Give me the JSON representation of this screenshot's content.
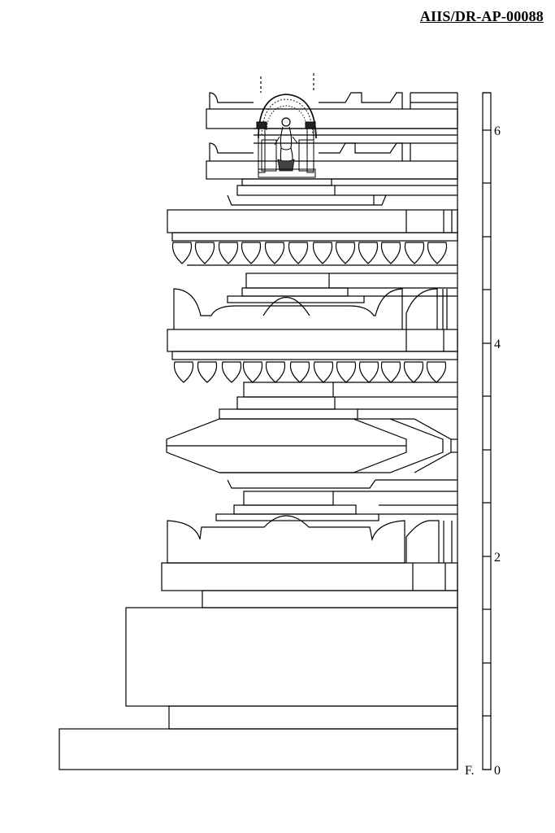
{
  "reference": "AIIS/DR-AP-00088",
  "scale": {
    "ticks": [
      {
        "value": 0,
        "label": "0"
      },
      {
        "value": 2,
        "label": "2"
      },
      {
        "value": 4,
        "label": "4"
      },
      {
        "value": 6,
        "label": "6"
      }
    ]
  },
  "floor_label": "F."
}
